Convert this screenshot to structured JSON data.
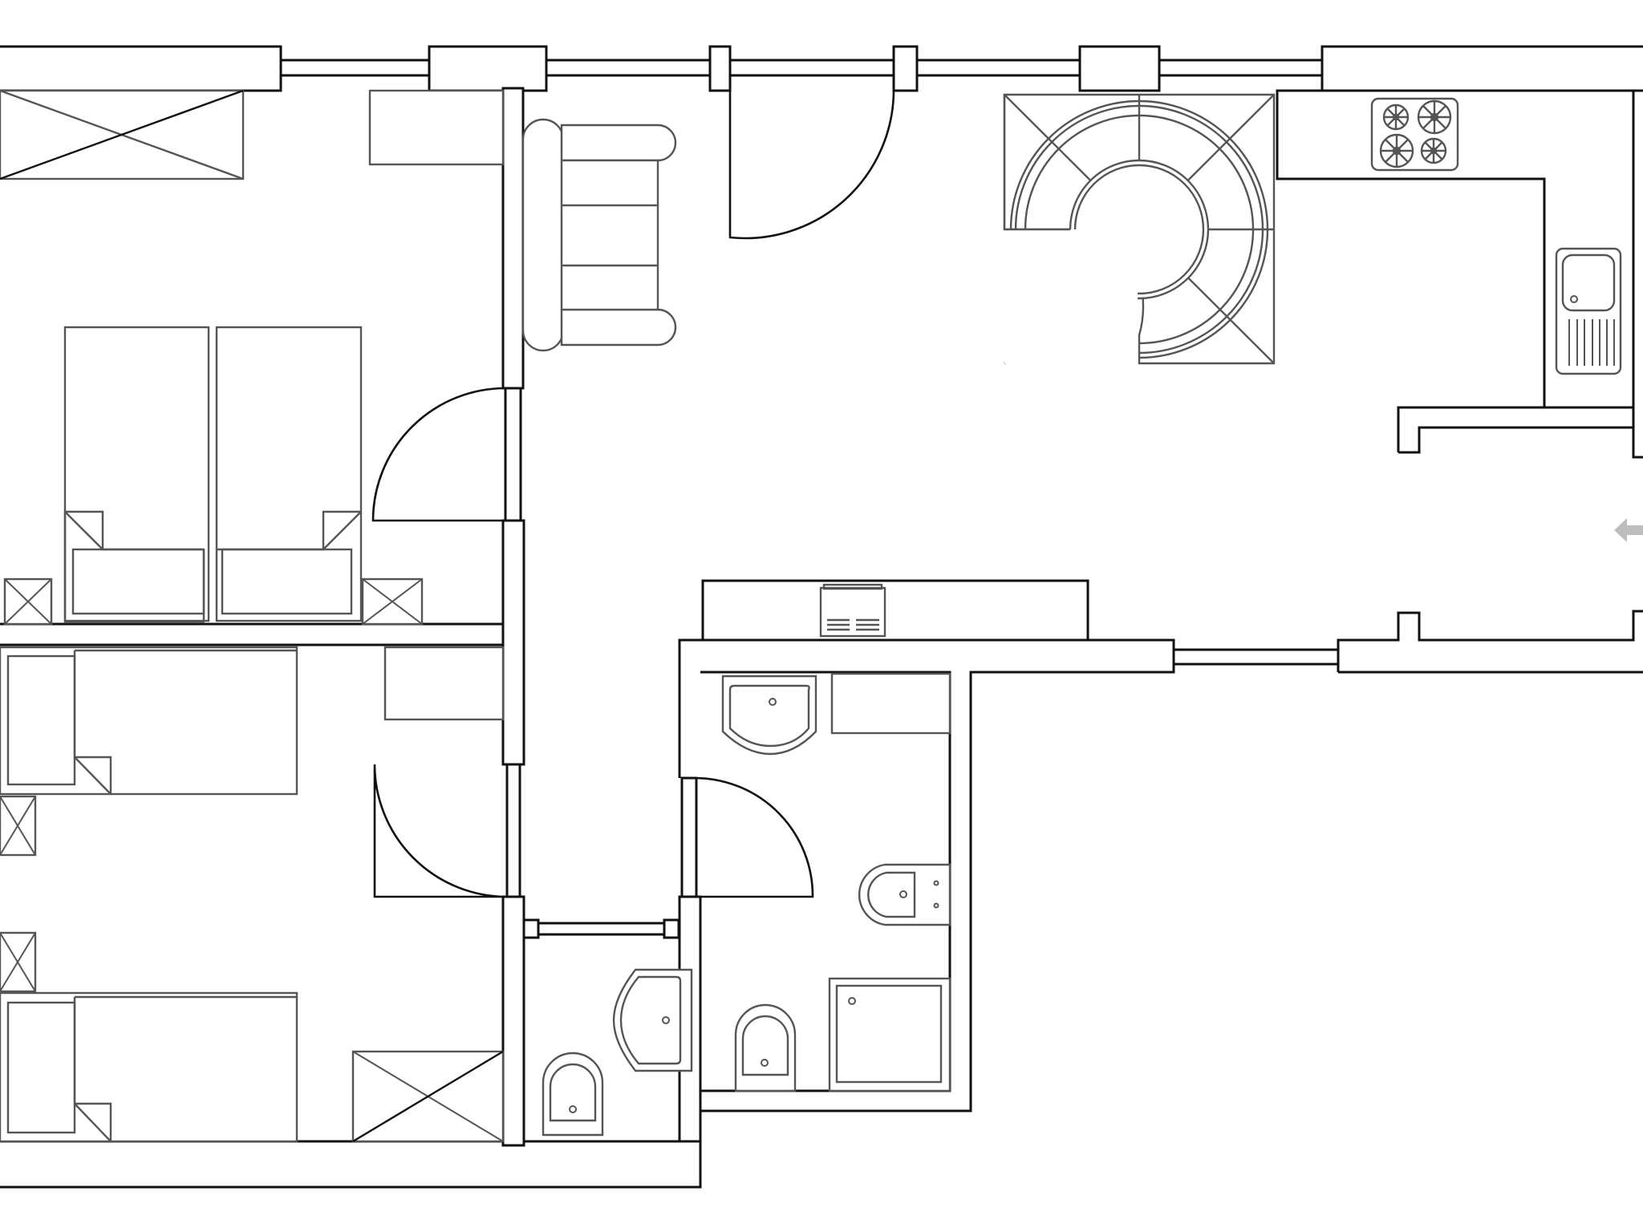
{
  "diagram": {
    "type": "architectural-floor-plan",
    "title": "",
    "labels_visible": false,
    "colors": {
      "background": "#ffffff",
      "walls": "#111111",
      "furniture": "#555555",
      "entry_arrow": "#bdbdbd"
    },
    "rooms": [
      {
        "id": "bedroom-1",
        "name": "Double bedroom (twin beds)",
        "furniture": [
          "wardrobe",
          "desk",
          "twin-bed-left",
          "twin-bed-right",
          "nightstand-left",
          "nightstand-right"
        ]
      },
      {
        "id": "bedroom-2",
        "name": "Single bedroom (upper)",
        "furniture": [
          "single-bed",
          "nightstand",
          "shelf"
        ]
      },
      {
        "id": "bedroom-3",
        "name": "Single bedroom (lower)",
        "furniture": [
          "single-bed",
          "nightstand",
          "wardrobe"
        ]
      },
      {
        "id": "living-dining",
        "name": "Living / dining area",
        "furniture": [
          "sofa",
          "round-dining-table",
          "corner-bench",
          "sideboard-with-tv"
        ]
      },
      {
        "id": "kitchen",
        "name": "L-shaped kitchen",
        "furniture": [
          "cooktop-4-burner",
          "sink-with-drainer"
        ]
      },
      {
        "id": "bathroom-main",
        "name": "Main bathroom",
        "furniture": [
          "washbasin",
          "toilet",
          "bidet",
          "shower-tray",
          "cabinet"
        ]
      },
      {
        "id": "wc",
        "name": "Guest WC",
        "furniture": [
          "washbasin",
          "toilet"
        ]
      },
      {
        "id": "entrance",
        "name": "Entrance hall",
        "furniture": []
      }
    ],
    "doors": [
      {
        "id": "door-living-balcony",
        "swing": "inward"
      },
      {
        "id": "door-bedroom-1",
        "swing": "inward"
      },
      {
        "id": "door-bedroom-3",
        "swing": "inward"
      },
      {
        "id": "door-bathroom",
        "swing": "inward"
      }
    ],
    "windows_count": 8,
    "entry_marker": {
      "icon": "arrow-left-icon",
      "position": "right-edge"
    }
  }
}
